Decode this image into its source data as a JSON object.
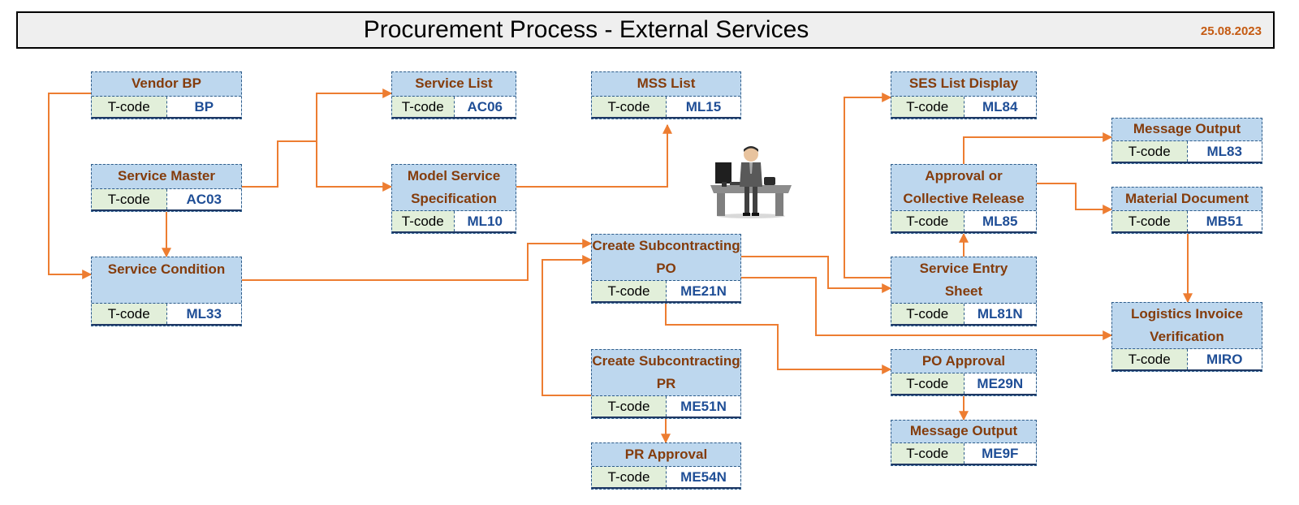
{
  "header": {
    "title": "Procurement Process - External Services",
    "date": "25.08.2023"
  },
  "nodes": {
    "vendor_bp": {
      "title": "Vendor BP",
      "label": "T-code",
      "code": "BP"
    },
    "service_master": {
      "title": "Service Master",
      "label": "T-code",
      "code": "AC03"
    },
    "service_condition": {
      "title": "Service Condition",
      "label": "T-code",
      "code": "ML33"
    },
    "service_list": {
      "title": "Service List",
      "label": "T-code",
      "code": "AC06"
    },
    "model_service_spec": {
      "title": "Model Service Specification",
      "label": "T-code",
      "code": "ML10"
    },
    "mss_list": {
      "title": "MSS List",
      "label": "T-code",
      "code": "ML15"
    },
    "create_subcontracting_po": {
      "title": "Create Subcontracting PO",
      "label": "T-code",
      "code": "ME21N"
    },
    "create_subcontracting_pr": {
      "title": "Create Subcontracting PR",
      "label": "T-code",
      "code": "ME51N"
    },
    "pr_approval": {
      "title": "PR Approval",
      "label": "T-code",
      "code": "ME54N"
    },
    "ses_list_display": {
      "title": "SES List Display",
      "label": "T-code",
      "code": "ML84"
    },
    "approval_collective_release": {
      "title": "Approval or Collective Release",
      "label": "T-code",
      "code": "ML85"
    },
    "service_entry_sheet": {
      "title": "Service Entry Sheet",
      "label": "T-code",
      "code": "ML81N"
    },
    "po_approval": {
      "title": "PO Approval",
      "label": "T-code",
      "code": "ME29N"
    },
    "message_output_po": {
      "title": "Message Output",
      "label": "T-code",
      "code": "ME9F"
    },
    "message_output_ses": {
      "title": "Message Output",
      "label": "T-code",
      "code": "ML83"
    },
    "material_document": {
      "title": "Material Document",
      "label": "T-code",
      "code": "MB51"
    },
    "logistics_invoice_verification": {
      "title": "Logistics Invoice Verification",
      "label": "T-code",
      "code": "MIRO"
    }
  },
  "edges": [
    [
      "vendor_bp",
      "service_condition"
    ],
    [
      "service_master",
      "service_condition"
    ],
    [
      "service_master",
      "service_list"
    ],
    [
      "service_master",
      "model_service_spec"
    ],
    [
      "model_service_spec",
      "mss_list"
    ],
    [
      "service_condition",
      "create_subcontracting_po"
    ],
    [
      "create_subcontracting_pr",
      "create_subcontracting_po"
    ],
    [
      "create_subcontracting_pr",
      "pr_approval"
    ],
    [
      "create_subcontracting_po",
      "po_approval"
    ],
    [
      "create_subcontracting_po",
      "service_entry_sheet"
    ],
    [
      "create_subcontracting_po",
      "logistics_invoice_verification"
    ],
    [
      "po_approval",
      "message_output_po"
    ],
    [
      "service_entry_sheet",
      "ses_list_display"
    ],
    [
      "service_entry_sheet",
      "approval_collective_release"
    ],
    [
      "approval_collective_release",
      "message_output_ses"
    ],
    [
      "approval_collective_release",
      "material_document"
    ],
    [
      "material_document",
      "logistics_invoice_verification"
    ]
  ],
  "colors": {
    "connector": "#ed7d31",
    "title_text": "#843c0c",
    "code_text": "#1f4e96",
    "node_fill": "#bdd7ee",
    "label_fill": "#e2efda",
    "date_text": "#c55a11"
  }
}
